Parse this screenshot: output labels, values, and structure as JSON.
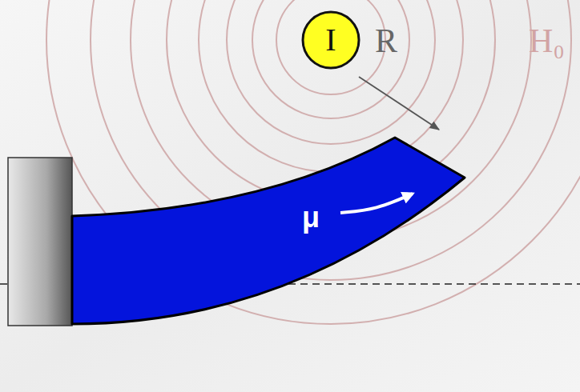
{
  "diagram": {
    "nodes": [
      {
        "text": [
          "I"
        ]
      },
      {
        "text": [
          "μ"
        ]
      }
    ],
    "labels": [
      "R",
      "H₀"
    ]
  }
}
